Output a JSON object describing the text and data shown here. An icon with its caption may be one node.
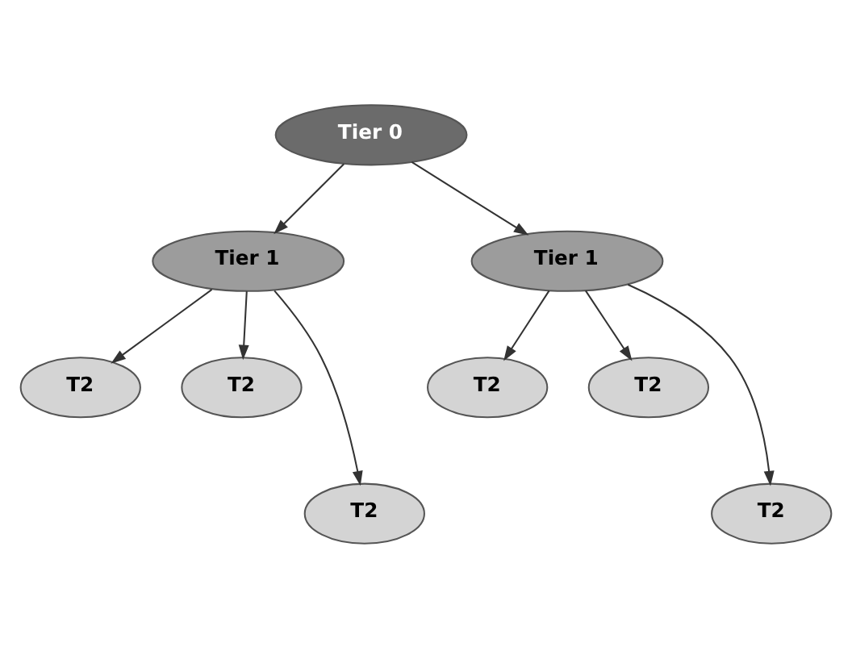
{
  "diagram": {
    "nodes": [
      {
        "text": [
          "Tier 0"
        ]
      },
      {
        "text": [
          "Tier 1"
        ]
      },
      {
        "text": [
          "Tier 1"
        ]
      },
      {
        "text": [
          "T2"
        ]
      },
      {
        "text": [
          "T2"
        ]
      },
      {
        "text": [
          "T2"
        ]
      },
      {
        "text": [
          "T2"
        ]
      },
      {
        "text": [
          "T2"
        ]
      },
      {
        "text": [
          "T2"
        ]
      }
    ],
    "edges": [
      {
        "from": 0,
        "to": 1,
        "arrow": "to"
      },
      {
        "from": 0,
        "to": 2,
        "arrow": "to"
      },
      {
        "from": 1,
        "to": 3,
        "arrow": "to"
      },
      {
        "from": 1,
        "to": 7,
        "arrow": "to"
      },
      {
        "from": 1,
        "to": 4,
        "arrow": "to"
      },
      {
        "from": 2,
        "to": 5,
        "arrow": "to"
      },
      {
        "from": 2,
        "to": 8,
        "arrow": "to"
      },
      {
        "from": 2,
        "to": 6,
        "arrow": "to"
      }
    ]
  }
}
